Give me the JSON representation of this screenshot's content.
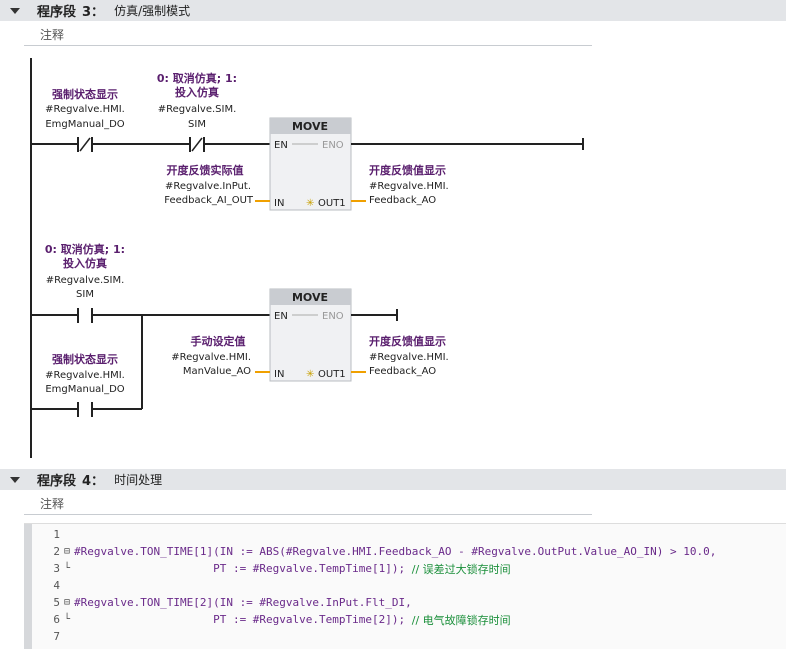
{
  "segment3": {
    "title": "程序段",
    "number": "3：",
    "name": "仿真/强制模式",
    "comment": "注释",
    "rung1": {
      "contact1": {
        "title": "强制状态显示",
        "tag1": "#Regvalve.HMI.",
        "tag2": "EmgManual_DO"
      },
      "contact2": {
        "title1": "0: 取消仿真; 1:",
        "title2": "投入仿真",
        "tag1": "#Regvalve.SIM.",
        "tag2": "SIM"
      },
      "box": {
        "name": "MOVE",
        "en": "EN",
        "eno": "ENO",
        "in": "IN",
        "out": "OUT1"
      },
      "in_param": {
        "title": "开度反馈实际值",
        "tag1": "#Regvalve.InPut.",
        "tag2": "Feedback_AI_OUT"
      },
      "out_param": {
        "title": "开度反馈值显示",
        "tag1": "#Regvalve.HMI.",
        "tag2": "Feedback_AO"
      }
    },
    "rung2": {
      "contact1": {
        "title1": "0: 取消仿真; 1:",
        "title2": "投入仿真",
        "tag1": "#Regvalve.SIM.",
        "tag2": "SIM"
      },
      "contact2": {
        "title": "强制状态显示",
        "tag1": "#Regvalve.HMI.",
        "tag2": "EmgManual_DO"
      },
      "box": {
        "name": "MOVE",
        "en": "EN",
        "eno": "ENO",
        "in": "IN",
        "out": "OUT1"
      },
      "in_param": {
        "title": "手动设定值",
        "tag1": "#Regvalve.HMI.",
        "tag2": "ManValue_AO"
      },
      "out_param": {
        "title": "开度反馈值显示",
        "tag1": "#Regvalve.HMI.",
        "tag2": "Feedback_AO"
      }
    }
  },
  "segment4": {
    "title": "程序段",
    "number": "4：",
    "name": "时间处理",
    "comment": "注释",
    "code": [
      {
        "n": "1",
        "fold": "",
        "code": "",
        "comment": ""
      },
      {
        "n": "2",
        "fold": "⊟",
        "code": "#Regvalve.TON_TIME[1](IN := ABS(#Regvalve.HMI.Feedback_AO - #Regvalve.OutPut.Value_AO_IN) > 10.0,",
        "comment": ""
      },
      {
        "n": "3",
        "fold": "└",
        "code": "                     PT := #Regvalve.TempTime[1]); ",
        "comment": "// 误差过大锁存时间"
      },
      {
        "n": "4",
        "fold": "",
        "code": "",
        "comment": ""
      },
      {
        "n": "5",
        "fold": "⊟",
        "code": "#Regvalve.TON_TIME[2](IN := #Regvalve.InPut.Flt_DI,",
        "comment": ""
      },
      {
        "n": "6",
        "fold": "└",
        "code": "                     PT := #Regvalve.TempTime[2]); ",
        "comment": "// 电气故障锁存时间"
      },
      {
        "n": "7",
        "fold": "",
        "code": "",
        "comment": ""
      }
    ]
  },
  "colors": {
    "header_bg": "#e3e5e8",
    "tag_title": "#5a1f6e",
    "param_wire": "#f0a000",
    "box_header": "#c9ccd1",
    "code_comment": "#1a8f3a"
  }
}
